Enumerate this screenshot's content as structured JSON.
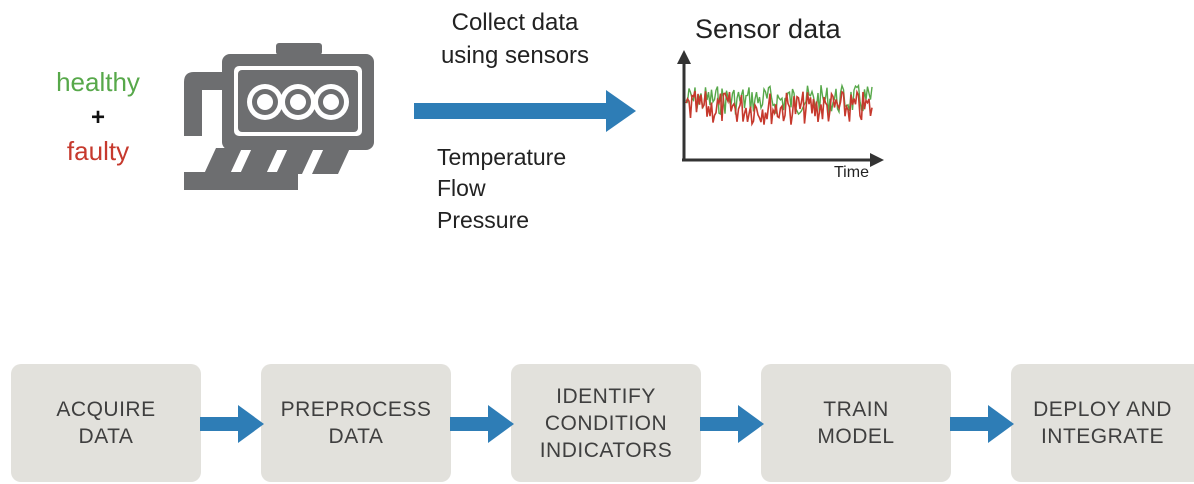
{
  "legend": {
    "healthy": "healthy",
    "plus": "+",
    "faulty": "faulty",
    "healthy_color": "#57a84a",
    "faulty_color": "#c6392d"
  },
  "collect_label": {
    "line1": "Collect data",
    "line2": "using sensors"
  },
  "sensors": [
    "Temperature",
    "Flow",
    "Pressure"
  ],
  "sensor_chart": {
    "title": "Sensor data",
    "xlabel": "Time"
  },
  "arrow_color": "#2e7db6",
  "steps": [
    {
      "label": "ACQUIRE\nDATA"
    },
    {
      "label": "PREPROCESS\nDATA"
    },
    {
      "label": "IDENTIFY\nCONDITION\nINDICATORS"
    },
    {
      "label": "TRAIN\nMODEL"
    },
    {
      "label": "DEPLOY AND\nINTEGRATE"
    }
  ],
  "icons": {
    "engine": "engine-icon"
  }
}
